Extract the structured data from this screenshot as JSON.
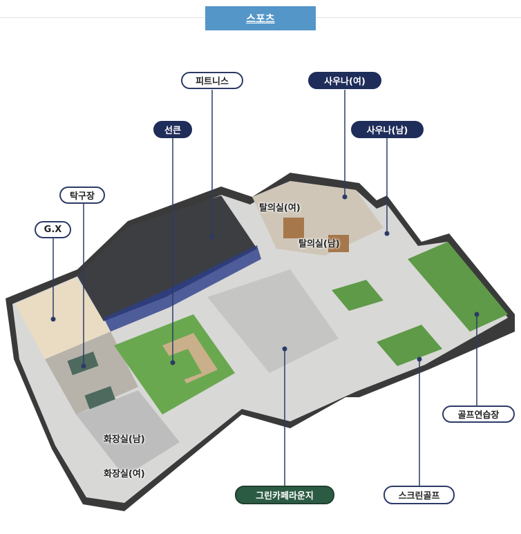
{
  "header": {
    "tab_label": "스포츠"
  },
  "callouts": {
    "fitness": "피트니스",
    "sauna_women": "사우나(여)",
    "sunken": "선큰",
    "sauna_men": "사우나(남)",
    "table_tennis": "탁구장",
    "gx": "G.X",
    "golf_practice": "골프연습장",
    "green_cafe": "그린카페라운지",
    "screen_golf": "스크린골프"
  },
  "map_labels": {
    "locker_women": "탈의실(여)",
    "locker_men": "탈의실(남)",
    "restroom_men": "화장실(남)",
    "restroom_women": "화장실(여)"
  },
  "colors": {
    "tab": "#5596c8",
    "navy": "#1f2d5a",
    "green": "#2c5b43",
    "grass": "#6aa84f"
  }
}
